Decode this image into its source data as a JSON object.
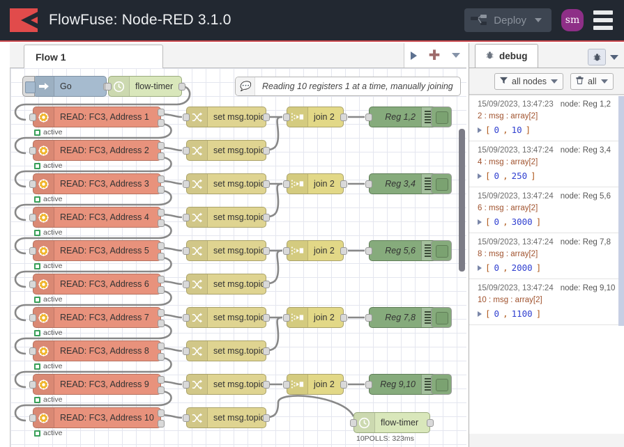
{
  "header": {
    "title": "FlowFuse: Node-RED 3.1.0",
    "logo_name": "flowfuse-logo",
    "deploy_label": "Deploy",
    "avatar_initials": "sm",
    "menu_name": "main-menu"
  },
  "workspace": {
    "tab_label": "Flow 1",
    "tools": {
      "play": "play-icon",
      "add": "add-tab-icon",
      "more": "tabs-menu-icon"
    }
  },
  "canvas": {
    "comment": "Reading 10 registers 1 at a time, manually joining",
    "inject_label": "Go",
    "timer_label": "flow-timer",
    "timer_status": "10POLLS: 323ms",
    "change_label": "set msg.topic",
    "join_label": "join 2",
    "status_active": "active",
    "read_nodes": [
      "READ: FC3, Address 1",
      "READ: FC3, Address 2",
      "READ: FC3, Address 3",
      "READ: FC3, Address 4",
      "READ: FC3, Address 5",
      "READ: FC3, Address 6",
      "READ: FC3, Address 7",
      "READ: FC3, Address 8",
      "READ: FC3, Address 9",
      "READ: FC3, Address 10"
    ],
    "debug_nodes": [
      "Reg 1,2",
      "Reg 3,4",
      "Reg 5,6",
      "Reg 7,8",
      "Reg 9,10"
    ]
  },
  "sidebar": {
    "tab_label": "debug",
    "tab_icon": "bug-icon",
    "tool_icon": "bug-icon",
    "menu_icon": "chevron-down-icon",
    "filter_label": "all nodes",
    "filter_icon": "filter-icon",
    "clear_label": "all",
    "clear_icon": "trash-icon",
    "messages": [
      {
        "time": "15/09/2023, 13:47:23",
        "node": "node: Reg 1,2",
        "meta": "2 : msg : array[2]",
        "open": "[",
        "v1": "0",
        "sep": ",",
        "v2": "10",
        "close": "]"
      },
      {
        "time": "15/09/2023, 13:47:24",
        "node": "node: Reg 3,4",
        "meta": "4 : msg : array[2]",
        "open": "[",
        "v1": "0",
        "sep": ",",
        "v2": "250",
        "close": "]"
      },
      {
        "time": "15/09/2023, 13:47:24",
        "node": "node: Reg 5,6",
        "meta": "6 : msg : array[2]",
        "open": "[",
        "v1": "0",
        "sep": ",",
        "v2": "3000",
        "close": "]"
      },
      {
        "time": "15/09/2023, 13:47:24",
        "node": "node: Reg 7,8",
        "meta": "8 : msg : array[2]",
        "open": "[",
        "v1": "0",
        "sep": ",",
        "v2": "2000",
        "close": "]"
      },
      {
        "time": "15/09/2023, 13:47:24",
        "node": "node: Reg 9,10",
        "meta": "10 : msg : array[2]",
        "open": "[",
        "v1": "0",
        "sep": ",",
        "v2": "1100",
        "close": "]"
      }
    ]
  },
  "colors": {
    "header_bg": "#222831",
    "accent_red": "#c9474d",
    "avatar_bg": "#8e2f87",
    "read_node": "#e8927c",
    "change_node": "#dfd491",
    "debug_node": "#86ab7c",
    "inject_node": "#a6bbcf",
    "timer_node": "#d9e7bb"
  }
}
